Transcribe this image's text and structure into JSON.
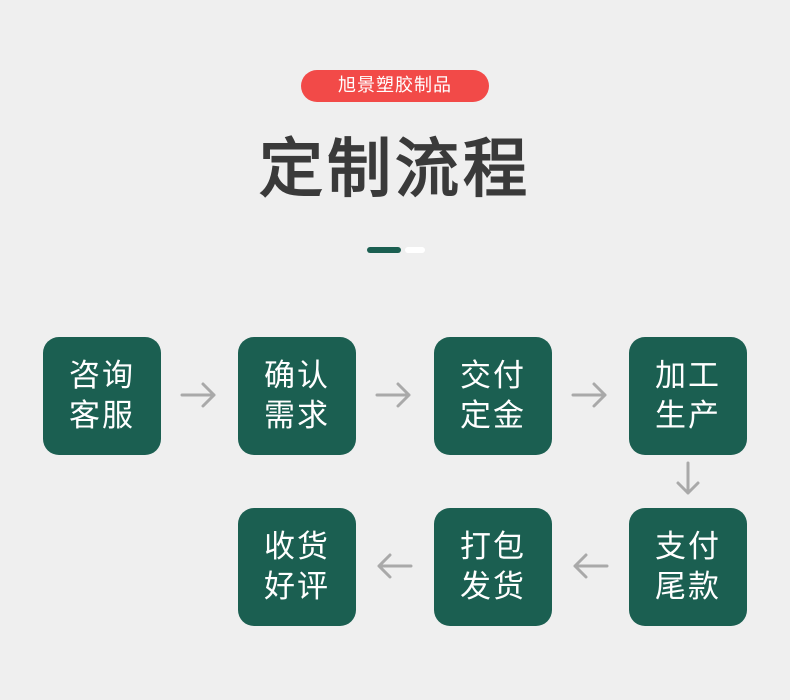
{
  "header": {
    "badge_text": "旭景塑胶制品",
    "title": "定制流程"
  },
  "colors": {
    "background": "#efefef",
    "badge": "#f24a48",
    "step_box": "#1b5f51",
    "arrow": "#a9a9a9",
    "title": "#3a3a3a"
  },
  "steps": [
    {
      "line1": "咨询",
      "line2": "客服"
    },
    {
      "line1": "确认",
      "line2": "需求"
    },
    {
      "line1": "交付",
      "line2": "定金"
    },
    {
      "line1": "加工",
      "line2": "生产"
    },
    {
      "line1": "支付",
      "line2": "尾款"
    },
    {
      "line1": "打包",
      "line2": "发货"
    },
    {
      "line1": "收货",
      "line2": "好评"
    }
  ],
  "arrows": [
    "arrow-right-icon",
    "arrow-down-icon",
    "arrow-left-icon"
  ]
}
